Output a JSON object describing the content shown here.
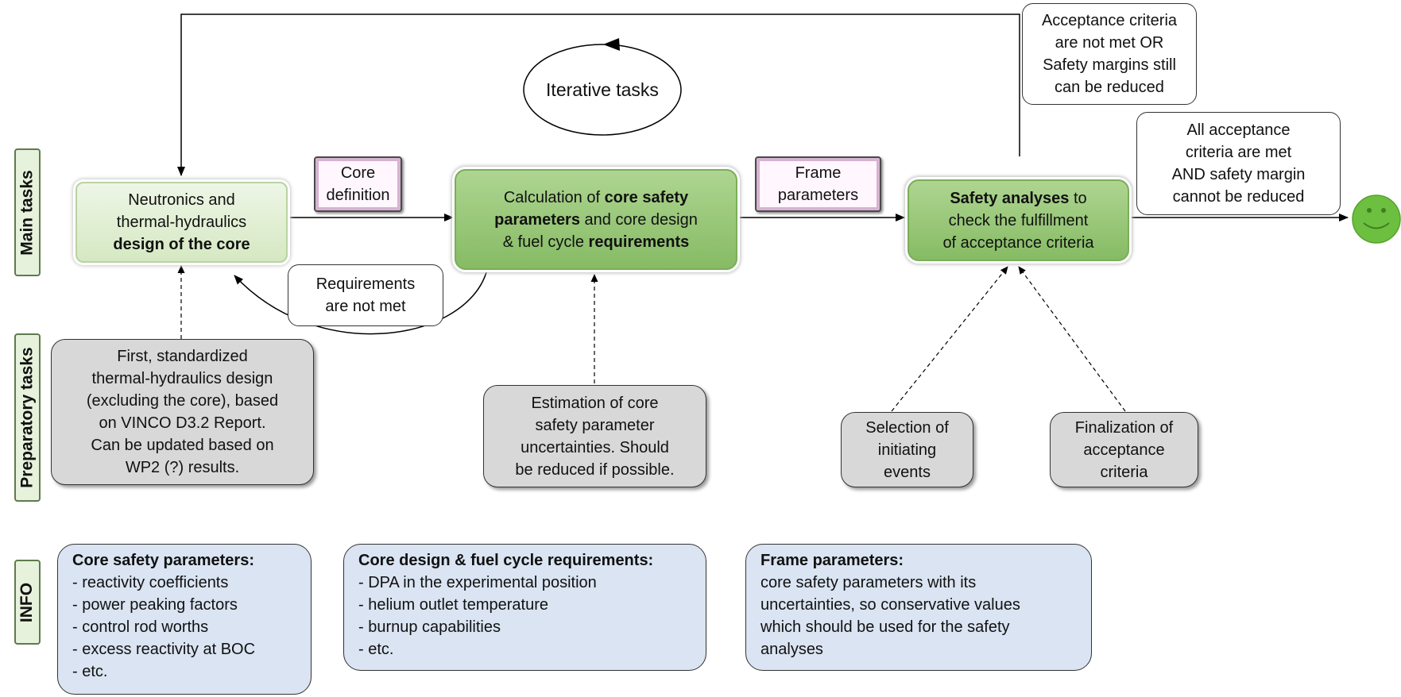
{
  "side_labels": {
    "main": "Main tasks",
    "preparatory": "Preparatory tasks",
    "info": "INFO"
  },
  "iterative": "Iterative tasks",
  "main_boxes": {
    "neutronics": [
      "Neutronics and",
      "thermal-hydraulics",
      "design of the core"
    ],
    "calculation": {
      "l1_a": "Calculation of ",
      "l1_b": "core safety",
      "l2_a": "parameters",
      "l2_b": " and core design",
      "l3_a": "& fuel cycle ",
      "l3_b": "requirements"
    },
    "safety": {
      "l1_a": "Safety analyses",
      "l1_b": " to",
      "l2": "check the fulfillment",
      "l3": "of acceptance criteria"
    }
  },
  "tags": {
    "core_definition": [
      "Core",
      "definition"
    ],
    "frame_parameters": [
      "Frame",
      "parameters"
    ]
  },
  "callouts": {
    "requirements_not_met": [
      "Requirements",
      "are not met"
    ],
    "criteria_not_met": [
      "Acceptance criteria",
      "are not met OR",
      "Safety margins still",
      "can be reduced"
    ],
    "all_met": [
      "All acceptance",
      "criteria are met",
      "AND safety margin",
      "cannot be reduced"
    ]
  },
  "prep_boxes": {
    "first_design": [
      "First, standardized",
      "thermal-hydraulics design",
      "(excluding the core), based",
      "on VINCO D3.2 Report.",
      "Can be updated based on",
      "WP2 (?) results."
    ],
    "estimation": [
      "Estimation of core",
      "safety parameter",
      "uncertainties. Should",
      "be reduced if possible."
    ],
    "selection": [
      "Selection of",
      "initiating",
      "events"
    ],
    "finalization": [
      "Finalization of",
      "acceptance",
      "criteria"
    ]
  },
  "info_boxes": {
    "core_safety": {
      "heading": "Core safety parameters:",
      "items": [
        "- reactivity coefficients",
        "- power peaking factors",
        "- control rod worths",
        "- excess reactivity at BOC",
        "- etc."
      ]
    },
    "core_design": {
      "heading": "Core design & fuel cycle requirements:",
      "items": [
        "- DPA in the experimental position",
        "- helium outlet temperature",
        "- burnup capabilities",
        "- etc."
      ]
    },
    "frame": {
      "heading": "Frame parameters:",
      "items": [
        "core safety parameters with its",
        "uncertainties, so conservative values",
        "which should be used for the safety",
        "analyses"
      ]
    }
  },
  "colors": {
    "main_light": "#d5e8c2",
    "main_dark": "#86bb64",
    "prep_grey": "#d8d8d8",
    "info_blue": "#dae4f2",
    "smiley": "#6cbf3f"
  }
}
